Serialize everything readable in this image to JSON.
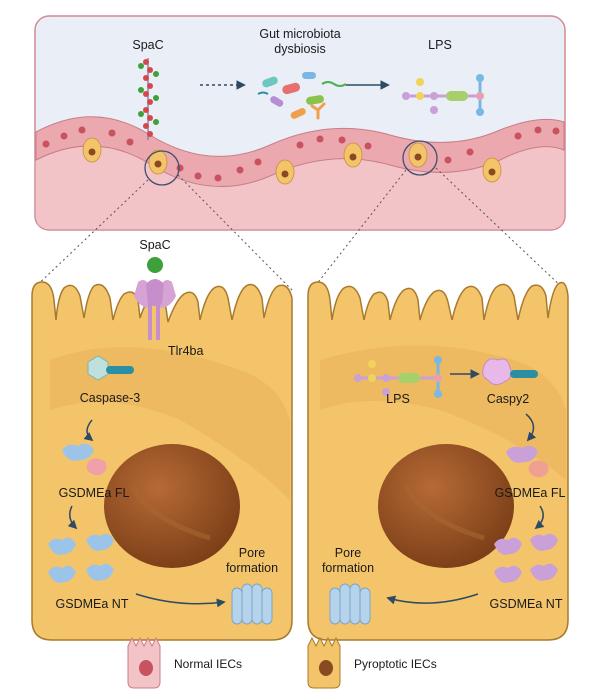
{
  "top": {
    "spac_label": "SpaC",
    "dysbiosis_line1": "Gut microbiota",
    "dysbiosis_line2": "dysbiosis",
    "lps_label": "LPS"
  },
  "left_cell": {
    "spac_label": "SpaC",
    "receptor_label": "Tlr4ba",
    "caspase_label": "Caspase-3",
    "gsdme_fl_label": "GSDMEa FL",
    "gsdme_nt_label": "GSDMEa NT",
    "pore_line1": "Pore",
    "pore_line2": "formation"
  },
  "right_cell": {
    "lps_label": "LPS",
    "caspase_label": "Caspy2",
    "gsdme_fl_label": "GSDMEa FL",
    "gsdme_nt_label": "GSDMEa NT",
    "pore_line1": "Pore",
    "pore_line2": "formation"
  },
  "legend": {
    "normal_label": "Normal IECs",
    "pyroptotic_label": "Pyroptotic IECs"
  },
  "colors": {
    "panel_bg": "#e9eef7",
    "tissue_pink": "#f2c4c7",
    "cell_yellow": "#f4c46a",
    "cell_outline": "#a87a2e",
    "nucleus": "#8a4a1f",
    "caspase_teal": "#2b8fa3",
    "gsdme_blue": "#9cc4e8",
    "gsdme_purple": "#c9a0d8",
    "spac_green": "#3ea03a",
    "pore_blue": "#b5d3ea"
  }
}
